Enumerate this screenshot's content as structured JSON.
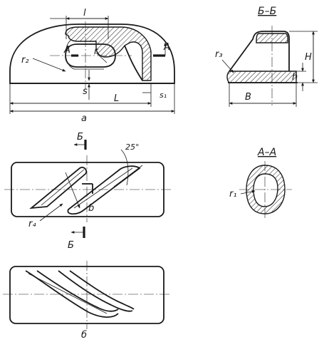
{
  "labels": {
    "l": "l",
    "A_left": "A",
    "r": "r",
    "A_right": "A",
    "r2": "r₂",
    "s": "s",
    "s1": "s₁",
    "L": "L",
    "a": "a",
    "section_BB": "Б–Б",
    "r3": "r₃",
    "H": "H",
    "h": "h",
    "B": "B",
    "B_top": "Б",
    "angle": "25°",
    "b": "b",
    "r4": "r₄",
    "B_bottom": "Б",
    "section_AA": "А–А",
    "r1": "r₁",
    "view_b": "б"
  }
}
